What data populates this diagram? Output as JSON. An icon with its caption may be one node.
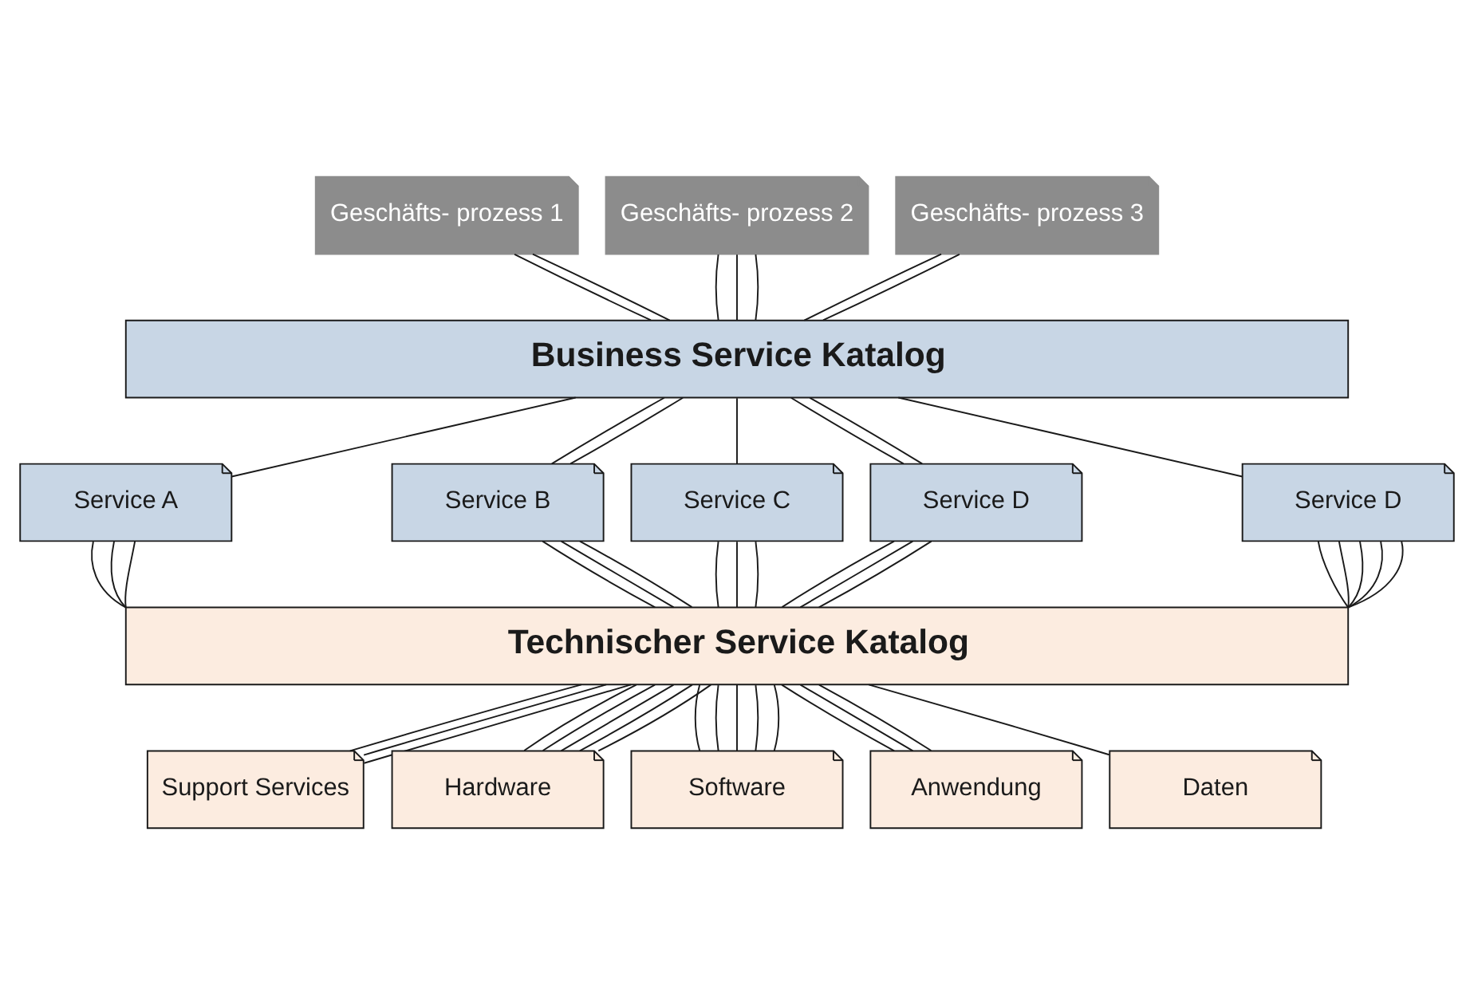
{
  "diagram": {
    "nodes": [
      {
        "text": [
          "Geschäfts- prozess 1"
        ]
      },
      {
        "text": [
          "Geschäfts- prozess 2"
        ]
      },
      {
        "text": [
          "Geschäfts- prozess 3"
        ]
      },
      {
        "text": [
          "Business Service Katalog"
        ]
      },
      {
        "text": [
          "Service A"
        ]
      },
      {
        "text": [
          "Service B"
        ]
      },
      {
        "text": [
          "Service C"
        ]
      },
      {
        "text": [
          "Service D"
        ]
      },
      {
        "text": [
          "Service D"
        ]
      },
      {
        "text": [
          "Technischer Service Katalog"
        ]
      },
      {
        "text": [
          "Support Services"
        ]
      },
      {
        "text": [
          "Hardware"
        ]
      },
      {
        "text": [
          "Software"
        ]
      },
      {
        "text": [
          "Anwendung"
        ]
      },
      {
        "text": [
          "Daten"
        ]
      }
    ],
    "edges": [
      {
        "from": 0,
        "to": 3,
        "arrow": "none"
      },
      {
        "from": 0,
        "to": 3,
        "arrow": "none"
      },
      {
        "from": 1,
        "to": 3,
        "arrow": "none"
      },
      {
        "from": 1,
        "to": 3,
        "arrow": "none"
      },
      {
        "from": 1,
        "to": 3,
        "arrow": "none"
      },
      {
        "from": 2,
        "to": 3,
        "arrow": "none"
      },
      {
        "from": 2,
        "to": 3,
        "arrow": "none"
      },
      {
        "from": 3,
        "to": 4,
        "arrow": "none"
      },
      {
        "from": 3,
        "to": 5,
        "arrow": "none"
      },
      {
        "from": 3,
        "to": 5,
        "arrow": "none"
      },
      {
        "from": 3,
        "to": 6,
        "arrow": "none"
      },
      {
        "from": 3,
        "to": 7,
        "arrow": "none"
      },
      {
        "from": 3,
        "to": 7,
        "arrow": "none"
      },
      {
        "from": 3,
        "to": 8,
        "arrow": "none"
      },
      {
        "from": 4,
        "to": 9,
        "arrow": "none"
      },
      {
        "from": 4,
        "to": 9,
        "arrow": "none"
      },
      {
        "from": 4,
        "to": 9,
        "arrow": "none"
      },
      {
        "from": 5,
        "to": 9,
        "arrow": "none"
      },
      {
        "from": 5,
        "to": 9,
        "arrow": "none"
      },
      {
        "from": 5,
        "to": 9,
        "arrow": "none"
      },
      {
        "from": 6,
        "to": 9,
        "arrow": "none"
      },
      {
        "from": 6,
        "to": 9,
        "arrow": "none"
      },
      {
        "from": 6,
        "to": 9,
        "arrow": "none"
      },
      {
        "from": 7,
        "to": 9,
        "arrow": "none"
      },
      {
        "from": 7,
        "to": 9,
        "arrow": "none"
      },
      {
        "from": 7,
        "to": 9,
        "arrow": "none"
      },
      {
        "from": 8,
        "to": 9,
        "arrow": "none"
      },
      {
        "from": 8,
        "to": 9,
        "arrow": "none"
      },
      {
        "from": 8,
        "to": 9,
        "arrow": "none"
      },
      {
        "from": 8,
        "to": 9,
        "arrow": "none"
      },
      {
        "from": 8,
        "to": 9,
        "arrow": "none"
      },
      {
        "from": 9,
        "to": 10,
        "arrow": "none"
      },
      {
        "from": 9,
        "to": 10,
        "arrow": "none"
      },
      {
        "from": 9,
        "to": 10,
        "arrow": "none"
      },
      {
        "from": 9,
        "to": 11,
        "arrow": "none"
      },
      {
        "from": 9,
        "to": 11,
        "arrow": "none"
      },
      {
        "from": 9,
        "to": 11,
        "arrow": "none"
      },
      {
        "from": 9,
        "to": 11,
        "arrow": "none"
      },
      {
        "from": 9,
        "to": 11,
        "arrow": "none"
      },
      {
        "from": 9,
        "to": 12,
        "arrow": "none"
      },
      {
        "from": 9,
        "to": 12,
        "arrow": "none"
      },
      {
        "from": 9,
        "to": 12,
        "arrow": "none"
      },
      {
        "from": 9,
        "to": 12,
        "arrow": "none"
      },
      {
        "from": 9,
        "to": 12,
        "arrow": "none"
      },
      {
        "from": 9,
        "to": 13,
        "arrow": "none"
      },
      {
        "from": 9,
        "to": 13,
        "arrow": "none"
      },
      {
        "from": 9,
        "to": 13,
        "arrow": "none"
      },
      {
        "from": 9,
        "to": 14,
        "arrow": "none"
      }
    ]
  }
}
